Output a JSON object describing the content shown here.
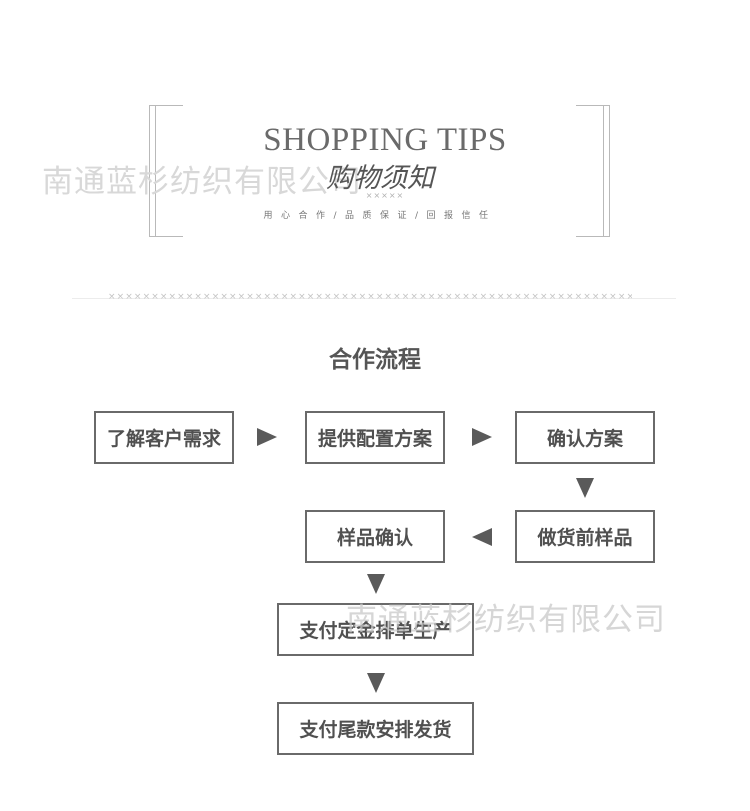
{
  "header": {
    "title_en": "SHOPPING TIPS",
    "title_cn": "购物须知",
    "decoration": "×××××",
    "motto": "用心合作/品质保证/回报信任"
  },
  "watermark": {
    "text": "南通蓝杉纺织有限公司"
  },
  "divider": {
    "pattern": "××××××××××××××××××××××××××××××××××××××××××××××××××××××××××××××××××××××××××××××××××××××××××××××××××××××××××××××"
  },
  "process": {
    "title": "合作流程",
    "steps": [
      "了解客户需求",
      "提供配置方案",
      "确认方案",
      "做货前样品",
      "样品确认",
      "支付定金排单生产",
      "支付尾款安排发货"
    ]
  },
  "colors": {
    "text": "#505050",
    "border": "#6a6a6a",
    "arrow": "#5a5a5a",
    "watermark": "#d8d8d8"
  }
}
